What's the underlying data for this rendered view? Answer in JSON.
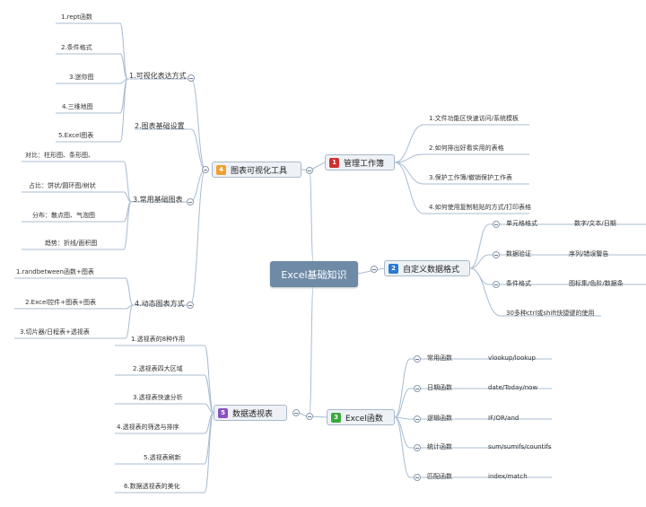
{
  "central": "Excel基础知识",
  "colors": {
    "line": "#a9bcd0",
    "central": "#6e8aa6",
    "topic_bg": "#eef2f7"
  },
  "topics": {
    "chart": {
      "badge": "4",
      "badge_color": "#f0a030",
      "label": "图表可视化工具",
      "groups": {
        "visual": {
          "label": "1.可视化表达方式",
          "items": [
            "1.rept函数",
            "2.条件格式",
            "3.迷你图",
            "4.三维地图",
            "5.Excel图表"
          ]
        },
        "basic": {
          "label": "2.图表基础设置"
        },
        "common": {
          "label": "3.常用基础图表",
          "items": [
            "对比：柱形图、条形图、",
            "占比：饼状/圆环图/树状",
            "分布：散点图、气泡图",
            "趋势：折线/面积图"
          ]
        },
        "dynamic": {
          "label": "4.动态图表方式",
          "items": [
            "1.randbetween函数+图表",
            "2.Excel控件+图表+图表",
            "3.切片器/日程表+透视表"
          ]
        }
      }
    },
    "pivot": {
      "badge": "5",
      "badge_color": "#8a4fc0",
      "label": "数据透视表",
      "items": [
        "1.透视表的8种作用",
        "2.透视表四大区域",
        "3.透视表快速分析",
        "4.透视表的筛选与排序",
        "5.透视表刷新",
        "6.数据透视表的美化"
      ]
    },
    "manage": {
      "badge": "1",
      "badge_color": "#d03030",
      "label": "管理工作簿",
      "items": [
        "1.文件功能区快速访问/系统模板",
        "2.如何排出好看实用的表格",
        "3.保护工作簿/撤销保护工作表",
        "4.如何使用复制粘贴的方式/打印表格"
      ]
    },
    "format": {
      "badge": "2",
      "badge_color": "#2a7ad0",
      "label": "自定义数据格式",
      "groups": [
        {
          "label": "单元格格式",
          "detail": "数字/文本/日期"
        },
        {
          "label": "数据验证",
          "detail": "序列/错误警告"
        },
        {
          "label": "条件格式",
          "detail": "图标集/色阶/数据条"
        }
      ],
      "extra": "30多种ctrl或shift快捷键的使用"
    },
    "func": {
      "badge": "3",
      "badge_color": "#3aa83a",
      "label": "Excel函数",
      "groups": [
        {
          "label": "常用函数",
          "detail": "vlookup/lookup"
        },
        {
          "label": "日期函数",
          "detail": "date/Today/now"
        },
        {
          "label": "逻辑函数",
          "detail": "IF/OR/and"
        },
        {
          "label": "统计函数",
          "detail": "sum/sumifs/countifs"
        },
        {
          "label": "匹配函数",
          "detail": "index/match"
        }
      ]
    }
  }
}
